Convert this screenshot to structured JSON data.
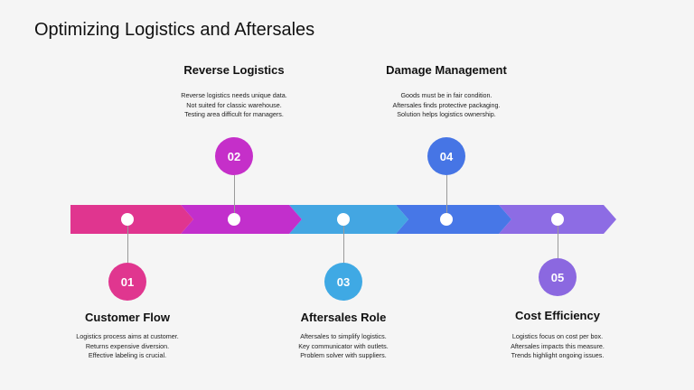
{
  "slide": {
    "title": "Optimizing Logistics and Aftersales"
  },
  "stages": [
    {
      "number": "01",
      "heading": "Customer Flow",
      "lines": [
        "Logistics process aims at customer.",
        "Returns expensive diversion.",
        "Effective labeling is crucial."
      ],
      "color": "#e0368f",
      "position": "below"
    },
    {
      "number": "02",
      "heading": "Reverse Logistics",
      "lines": [
        "Reverse logistics needs unique data.",
        "Not suited for classic warehouse.",
        "Testing area difficult for managers."
      ],
      "color": "#c52fc9",
      "position": "above"
    },
    {
      "number": "03",
      "heading": "Aftersales Role",
      "lines": [
        "Aftersales to simplify logistics.",
        "Key communicator with outlets.",
        "Problem solver with suppliers."
      ],
      "color": "#3fa9e4",
      "position": "below"
    },
    {
      "number": "04",
      "heading": "Damage Management",
      "lines": [
        "Goods must be in fair condition.",
        "Aftersales finds protective packaging.",
        "Solution helps logistics ownership."
      ],
      "color": "#4675e5",
      "position": "above"
    },
    {
      "number": "05",
      "heading": "Cost Efficiency",
      "lines": [
        "Logistics focus on cost per box.",
        "Aftersales impacts this measure.",
        "Trends highlight ongoing issues."
      ],
      "color": "#8b68e0",
      "position": "below"
    }
  ],
  "arrow_colors": [
    "#e0358f",
    "#c22fcc",
    "#43a6e2",
    "#4777e7",
    "#8d6ce4"
  ]
}
